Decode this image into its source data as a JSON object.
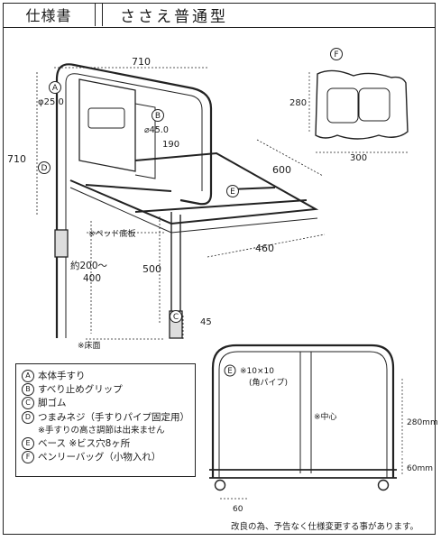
{
  "header": {
    "left_title": "仕様書",
    "right_title": "ささえ普通型"
  },
  "main_dims": {
    "width": "710",
    "height": "710",
    "grip_dia": "φ25.0",
    "grip_dia2": "⌀45.0",
    "grip_len": "190",
    "depth": "600",
    "base_w": "460",
    "arm_h": "500",
    "range": "約200～",
    "range2": "400",
    "foot": "45",
    "bed_label": "※ベッド底板",
    "floor_label": "※床面"
  },
  "markers": {
    "a": "A",
    "b": "B",
    "c": "C",
    "d": "D",
    "e": "E",
    "f": "F"
  },
  "bag_detail": {
    "height": "280",
    "width": "300"
  },
  "base_detail": {
    "spec_1": "※10×10",
    "spec_2": "(角パイプ)",
    "center": "※中心",
    "h1": "280mm",
    "h2": "60mm",
    "w": "60"
  },
  "legend": {
    "items": [
      {
        "key": "A",
        "label": "本体手すり"
      },
      {
        "key": "B",
        "label": "すべり止めグリップ"
      },
      {
        "key": "C",
        "label": "脚ゴム"
      },
      {
        "key": "D",
        "label": "つまみネジ（手すりパイプ固定用）"
      }
    ],
    "note": "※手すりの高さ調節は出来ません",
    "items2": [
      {
        "key": "E",
        "label": "ベース ※ビス穴8ヶ所"
      },
      {
        "key": "F",
        "label": "ペンリーバッグ（小物入れ）"
      }
    ]
  },
  "footer": "改良の為、予告なく仕様変更する事があります。"
}
